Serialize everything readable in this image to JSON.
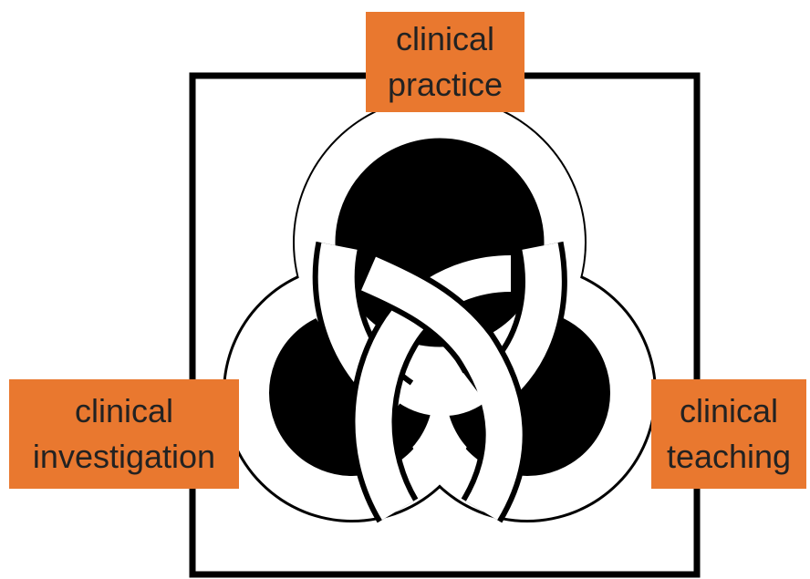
{
  "labels": {
    "practice": {
      "line1": "clinical",
      "line2": "practice"
    },
    "investigation": {
      "line1": "clinical",
      "line2": "investigation"
    },
    "teaching": {
      "line1": "clinical",
      "line2": "teaching"
    }
  },
  "colors": {
    "label_background": "#e9782f",
    "label_text": "#222222",
    "frame": "#000000",
    "disc": "#000000",
    "ring": "#ffffff"
  }
}
